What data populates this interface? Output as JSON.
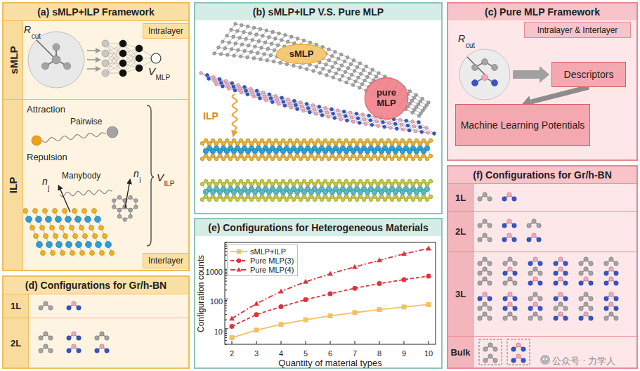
{
  "diagram": {
    "nodes": [
      {
        "text": [
          "(a) sMLP+ILP Framework"
        ]
      },
      {
        "text": [
          "sMLP"
        ],
        "in": 0
      },
      {
        "text": [
          "Intralayer"
        ],
        "in": 1
      },
      {
        "text": [
          "ILP"
        ],
        "in": 0
      },
      {
        "text": [
          "Interlayer"
        ],
        "in": 3
      },
      {
        "text": [
          "(b) sMLP+ILP V.S. Pure MLP"
        ]
      },
      {
        "text": [
          "sMLP"
        ],
        "in": 5
      },
      {
        "text": [
          "pure MLP"
        ],
        "in": 5
      },
      {
        "text": [
          "(c) Pure MLP Framework"
        ]
      },
      {
        "text": [
          "Intralayer & Interlayer"
        ],
        "in": 8
      },
      {
        "text": [
          "Descriptors"
        ],
        "in": 8
      },
      {
        "text": [
          "Machine Learning Potentials"
        ],
        "in": 8
      },
      {
        "text": [
          "(d) Configurations for Gr/h-BN"
        ]
      },
      {
        "text": [
          "1L"
        ],
        "in": 12
      },
      {
        "text": [
          "2L"
        ],
        "in": 12
      },
      {
        "text": [
          "(e) Configurations for Heterogeneous Materials"
        ]
      },
      {
        "text": [
          "(f) Configurations for Gr/h-BN"
        ]
      },
      {
        "text": [
          "1L"
        ],
        "in": 16
      },
      {
        "text": [
          "2L"
        ],
        "in": 16
      },
      {
        "text": [
          "3L"
        ],
        "in": 16
      },
      {
        "text": [
          "Bulk"
        ],
        "in": 16
      }
    ],
    "edges": [
      {
        "from": 10,
        "to": 11,
        "arrow": "to"
      }
    ],
    "labels": [
      "R",
      "cut",
      "V",
      "MLP",
      "Attraction",
      "Pairwise",
      "Repulsion",
      "Manybody",
      "n",
      "j",
      "n",
      "i",
      "V",
      "ILP",
      "ILP",
      "R",
      "cut",
      "10",
      "100",
      "1000",
      "2",
      "3",
      "4",
      "5",
      "6",
      "7",
      "8",
      "9",
      "10",
      "Configuration counts",
      "Quantity of material types",
      "公众号 · 力学人"
    ],
    "legend": [
      {
        "text": "sMLP+ILP"
      },
      {
        "text": "Pure MLP(3)"
      },
      {
        "text": "Pure MLP(4)"
      }
    ]
  }
}
